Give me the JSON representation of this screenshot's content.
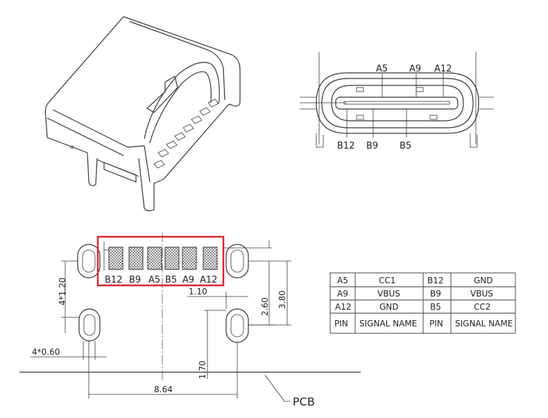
{
  "end_view": {
    "top_labels": [
      "A5",
      "A9",
      "A12"
    ],
    "bottom_labels": [
      "B12",
      "B9",
      "B5"
    ]
  },
  "footprint": {
    "pad_labels": [
      "B12",
      "B9",
      "A5",
      "B5",
      "A9",
      "A12"
    ],
    "dimensions": {
      "slot_pitch": "4*1.20",
      "slot_width": "4*0.60",
      "pad_offset": "1.10",
      "slot_spacing": "2.60",
      "height_total": "3.80",
      "lower_offset": "1.70",
      "width_total": "8.64"
    },
    "pcb_label": "PCB",
    "highlight_color": "#d8262e"
  },
  "pin_table": {
    "rows": [
      [
        "A5",
        "CC1",
        "B12",
        "GND"
      ],
      [
        "A9",
        "VBUS",
        "B9",
        "VBUS"
      ],
      [
        "A12",
        "GND",
        "B5",
        "CC2"
      ],
      [
        "PIN",
        "SIGNAL NAME",
        "PIN",
        "SIGNAL NAME"
      ]
    ]
  }
}
